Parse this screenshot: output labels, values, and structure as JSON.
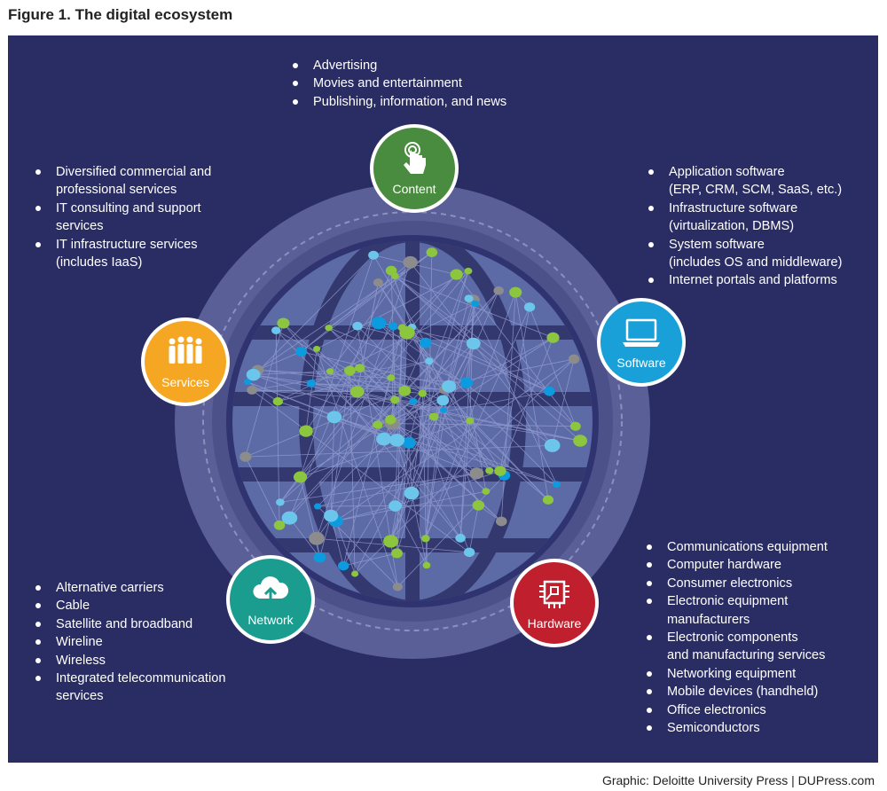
{
  "figure": {
    "title": "Figure 1. The digital ecosystem"
  },
  "colors": {
    "panel": "#2a2d63",
    "content": "#4a8c3f",
    "software": "#1aa0d8",
    "hardware": "#c0202e",
    "network": "#1a9d8f",
    "services": "#f5a623",
    "dot_green": "#8cc63f",
    "dot_blue": "#0d9be0",
    "dot_lightblue": "#6cc6ec",
    "dot_gray": "#8c8c8c"
  },
  "nodes": {
    "content": {
      "label": "Content",
      "icon": "touch-hand-icon"
    },
    "software": {
      "label": "Software",
      "icon": "laptop-icon"
    },
    "hardware": {
      "label": "Hardware",
      "icon": "chip-icon"
    },
    "network": {
      "label": "Network",
      "icon": "cloud-upload-icon"
    },
    "services": {
      "label": "Services",
      "icon": "people-group-icon"
    }
  },
  "lists": {
    "content": [
      "Advertising",
      "Movies and entertainment",
      "Publishing, information, and news"
    ],
    "software": [
      "Application software",
      "(ERP, CRM, SCM, SaaS, etc.)",
      "Infrastructure software",
      "(virtualization, DBMS)",
      "System software",
      "(includes OS and middleware)",
      "Internet portals and platforms"
    ],
    "services": [
      "Diversified commercial and",
      "professional services",
      "IT consulting and support",
      "services",
      "IT infrastructure services",
      "(includes IaaS)"
    ],
    "network": [
      "Alternative carriers",
      "Cable",
      "Satellite and broadband",
      "Wireline",
      "Wireless",
      "Integrated telecommunication",
      "services"
    ],
    "hardware": [
      "Communications equipment",
      "Computer hardware",
      "Consumer electronics",
      "Electronic equipment",
      "manufacturers",
      "Electronic components",
      "and manufacturing services",
      "Networking equipment",
      "Mobile devices (handheld)",
      "Office electronics",
      "Semiconductors"
    ]
  },
  "credit": "Graphic: Deloitte University Press  |  DUPress.com"
}
